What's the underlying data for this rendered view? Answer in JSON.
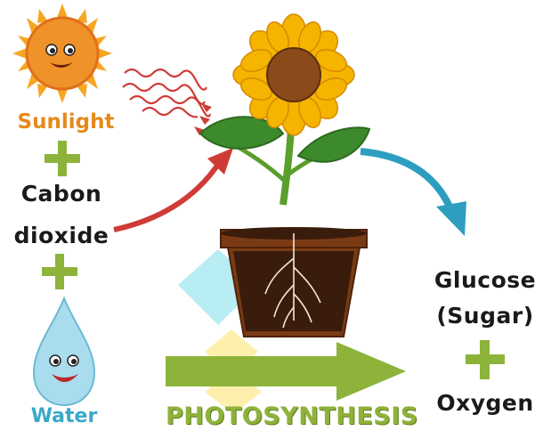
{
  "labels": {
    "sunlight": "Sunlight",
    "cabon": "Cabon",
    "dioxide": "dioxide",
    "water": "Water",
    "glucose": "Glucose",
    "sugar": "(Sugar)",
    "oxygen": "Oxygen",
    "photosynthesis": "PHOTOSYNTHESIS"
  },
  "colors": {
    "sun": "#f0922a",
    "sun_rays": "#f6a623",
    "plus": "#8db33a",
    "water": "#9fd6ea",
    "co2_arrow": "#cf3b35",
    "glucose_arrow": "#2e9ec0",
    "process_arrow": "#8db33a",
    "leaf": "#3d8a2c",
    "stem": "#5a9e2c",
    "petal": "#f5b400",
    "flower_center": "#8a4a1a",
    "pot": "#7a3b14",
    "soil": "#3a1c0c"
  },
  "icons": [
    "sun-character-icon",
    "water-drop-character-icon",
    "sunflower-plant-icon",
    "plus-icon"
  ]
}
